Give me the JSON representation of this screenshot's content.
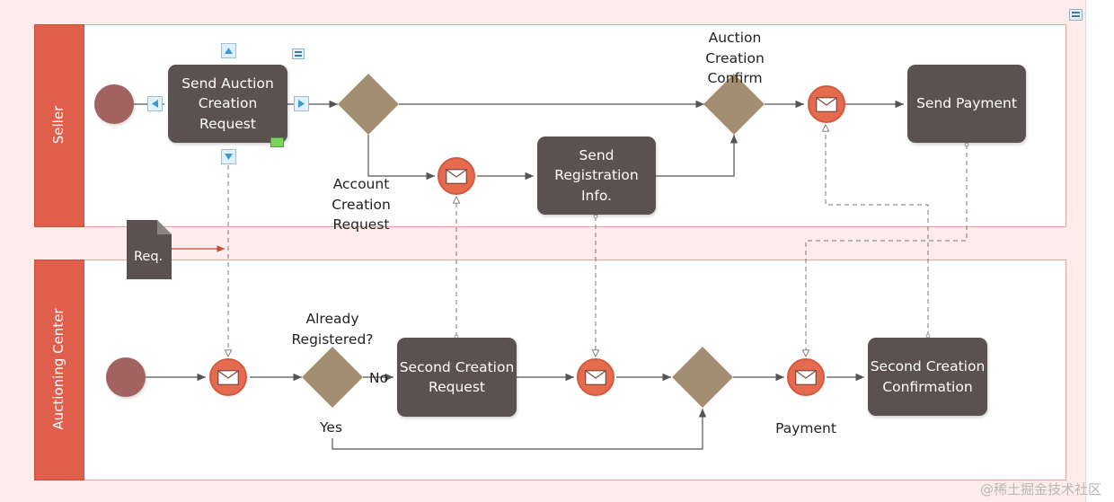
{
  "lanes": {
    "seller": "Seller",
    "auctioning_center": "Auctioning Center"
  },
  "tasks": {
    "send_auction_creation_request": "Send Auction\nCreation\nRequest",
    "send_registration_info": "Send\nRegistration\nInfo.",
    "send_payment": "Send Payment",
    "second_creation_request": "Second Creation\nRequest",
    "second_creation_confirmation": "Second Creation\nConfirmation"
  },
  "labels": {
    "auction_creation_confirm": "Auction\nCreation\nConfirm",
    "account_creation_request": "Account\nCreation\nRequest",
    "already_registered": "Already\nRegistered?",
    "no": "No",
    "yes": "Yes",
    "payment": "Payment"
  },
  "document": {
    "label": "Req."
  },
  "watermark": "@稀土掘金技术社区",
  "colors": {
    "lane_header": "#df5e4c",
    "task_fill": "#5a5150",
    "gateway_fill": "#a48e71",
    "start_event": "#a2625f",
    "message_event": "#e56a4e",
    "canvas": "#fdecea"
  },
  "icons": {
    "message": "envelope-icon",
    "document": "document-icon",
    "handles": "arrow-handle-icon",
    "panel": "panel-icon"
  }
}
